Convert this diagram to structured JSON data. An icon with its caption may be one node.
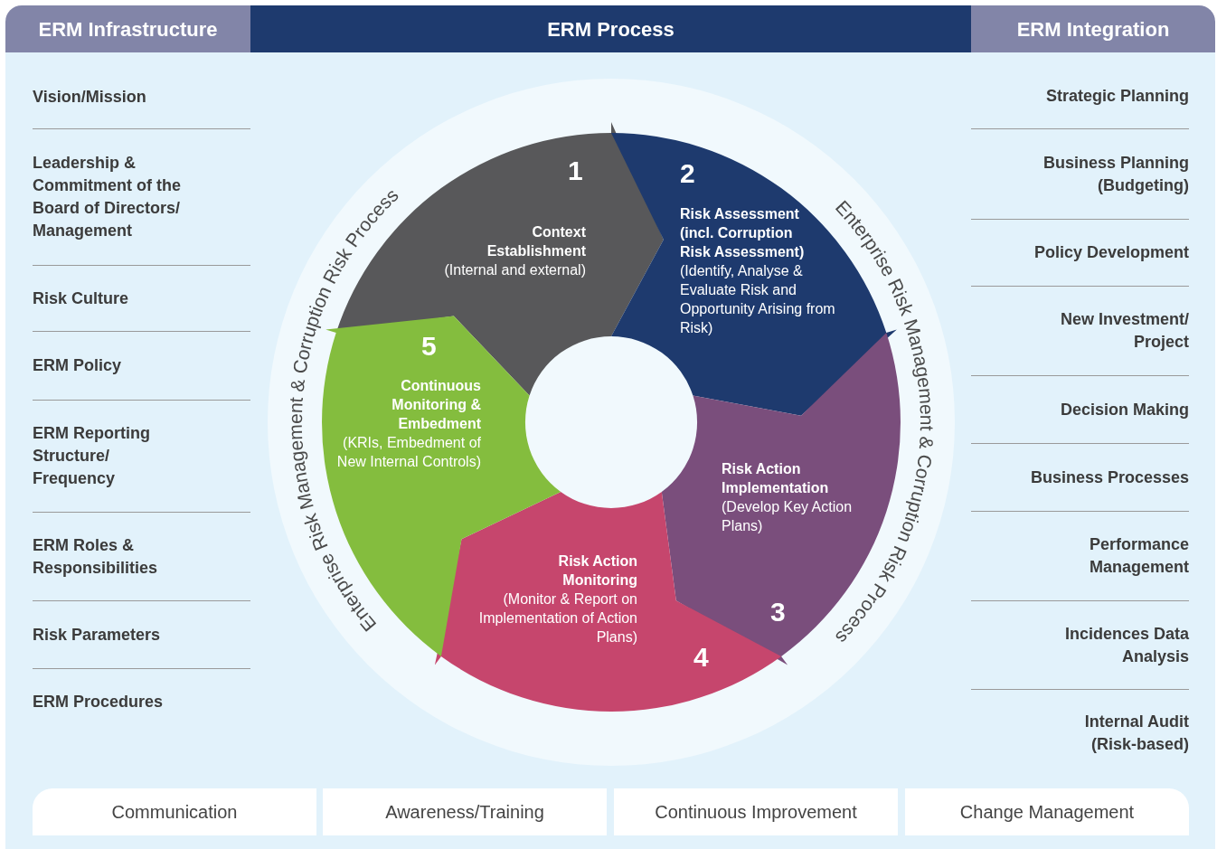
{
  "diagram": {
    "nodes": [
      {
        "text": [
          "1",
          "Context Establishment",
          "(Internal and external)"
        ]
      },
      {
        "text": [
          "2",
          "Risk Assessment (incl. Corruption Risk Assessment)",
          "(Identify, Analyse & Evaluate Risk and Opportunity Arising from Risk)"
        ]
      },
      {
        "text": [
          "Risk Action Implementation",
          "(Develop Key Action Plans)",
          "3"
        ]
      },
      {
        "text": [
          "Risk Action Monitoring",
          "(Monitor & Report on Implementation of Action Plans)",
          "4"
        ]
      },
      {
        "text": [
          "5",
          "Continuous Monitoring & Embedment",
          "(KRIs, Embedment of New Internal Controls)"
        ]
      }
    ],
    "labels": [
      "ERM Infrastructure",
      "ERM Process",
      "ERM Integration",
      "Vision/Mission",
      "Leadership & Commitment of the Board of Directors/ Management",
      "Risk Culture",
      "ERM Policy",
      "ERM Reporting Structure/ Frequency",
      "ERM Roles & Responsibilities",
      "Risk Parameters",
      "ERM Procedures",
      "Enterprise Risk Management & Corruption Risk Process",
      "Enterprise Risk Management & Corruption Risk Process",
      "Strategic Planning",
      "Business Planning (Budgeting)",
      "Policy Development",
      "New Investment/ Project",
      "Decision Making",
      "Business Processes",
      "Performance Management",
      "Incidences Data Analysis",
      "Internal Audit (Risk-based)",
      "Communication",
      "Awareness/Training",
      "Continuous Improvement",
      "Change Management"
    ]
  }
}
